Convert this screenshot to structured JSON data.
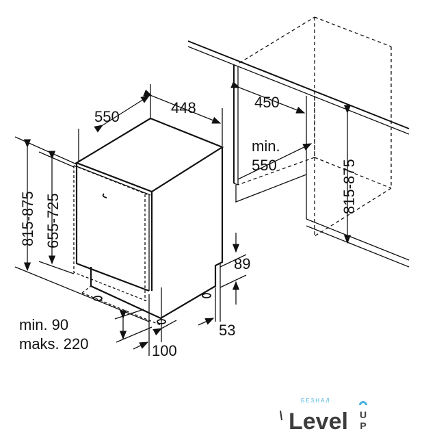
{
  "diagram": {
    "labels": {
      "depth": "550",
      "width": "448",
      "niche_width": "450",
      "niche_depth_line1": "min.",
      "niche_depth_line2": "550",
      "height_total": "815-875",
      "height_door": "655-725",
      "niche_height": "815-875",
      "plinth_height": "89",
      "plinth_depth": "53",
      "plinth_front": "100",
      "kick_min": "min. 90",
      "kick_max": "maks. 220"
    }
  },
  "watermark": {
    "small": "БЕЗНАЛ",
    "big": "Level",
    "up": "UP",
    "accent": "#4ab3e0"
  }
}
